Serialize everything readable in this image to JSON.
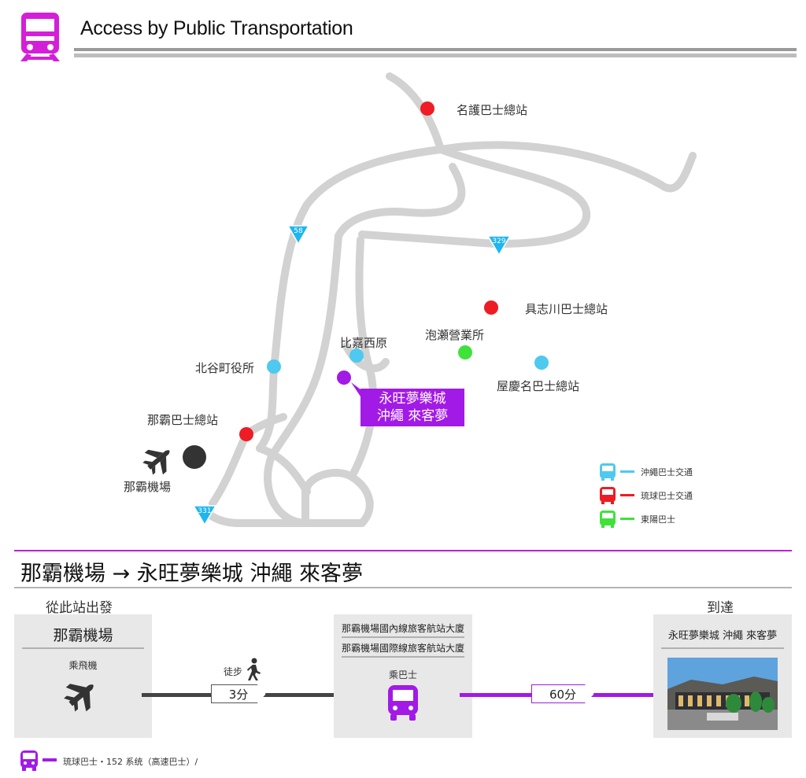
{
  "header": {
    "title": "Access by Public Transportation",
    "icon": "train-icon",
    "accent_color": "#d41fd9"
  },
  "map": {
    "routes": [
      {
        "label": "58",
        "icon": "route-shield-icon"
      },
      {
        "label": "329",
        "icon": "route-shield-icon"
      },
      {
        "label": "331",
        "icon": "route-shield-icon"
      }
    ],
    "stations": {
      "nago": "名護巴士總站",
      "gushikawa": "具志川巴士總站",
      "awase": "泡瀬營業所",
      "higashi": "比嘉西原",
      "chatan": "北谷町役所",
      "okinawa_city": "屋慶名巴士總站",
      "naha_bus": "那霸巴士總站",
      "naha_airport": "那霸機場"
    },
    "destination": {
      "line1": "永旺夢樂城",
      "line2": "沖繩 來客夢",
      "color": "#a21ae6"
    },
    "legend": [
      {
        "label": "沖繩巴士交通",
        "color": "#4ec9f0",
        "icon": "bus-icon"
      },
      {
        "label": "琉球巴士交通",
        "color": "#ee1c24",
        "icon": "bus-icon"
      },
      {
        "label": "東陽巴士",
        "color": "#3fe23a",
        "icon": "bus-icon"
      }
    ]
  },
  "route": {
    "title": "那霸機場 → 永旺夢樂城 沖繩 來客夢",
    "depart_label": "從此站出發",
    "arrive_label": "到達",
    "origin": {
      "name": "那霸機場",
      "mode": "乘飛機",
      "icon": "airplane-icon"
    },
    "walk": {
      "label": "徒步",
      "minutes": "3分",
      "icon": "walking-person-icon"
    },
    "bus_stop": {
      "station1": "那霸機場國內線旅客航站大廈",
      "station2": "那霸機場國際線旅客航站大廈",
      "mode": "乘巴士",
      "icon": "bus-icon"
    },
    "bus": {
      "minutes": "60分",
      "color": "#a21ae6"
    },
    "destination": {
      "name": "永旺夢樂城 沖繩 來客夢",
      "image": "mall-exterior-photo"
    },
    "footnote": "琉球巴士・152 系统（高速巴士）/"
  }
}
